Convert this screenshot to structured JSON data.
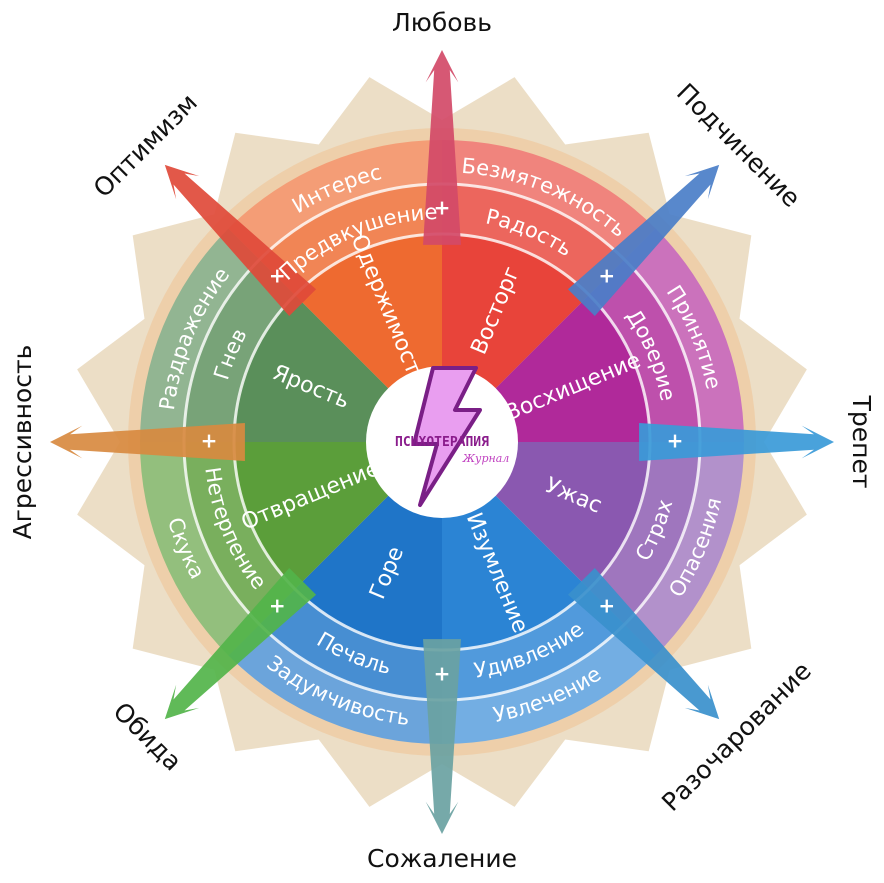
{
  "wheel": {
    "sectors": [
      {
        "primary": "Восторг",
        "middle": "Радость",
        "outer": "Безмятежность",
        "color": "#e8443a"
      },
      {
        "primary": "Восхищение",
        "middle": "Доверие",
        "outer": "Принятие",
        "color": "#b0299a"
      },
      {
        "primary": "Ужас",
        "middle": "Страх",
        "outer": "Опасения",
        "color": "#8a58b0"
      },
      {
        "primary": "Изумление",
        "middle": "Удивление",
        "outer": "Увлечение",
        "color": "#2b84d4"
      },
      {
        "primary": "Горе",
        "middle": "Печаль",
        "outer": "Задумчивость",
        "color": "#1f75c8"
      },
      {
        "primary": "Отвращение",
        "middle": "Нетерпение",
        "outer": "Скука",
        "color": "#5b9e3a"
      },
      {
        "primary": "Ярость",
        "middle": "Гнев",
        "outer": "Раздражение",
        "color": "#5a8f5a"
      },
      {
        "primary": "Одержимость",
        "middle": "Предвкушение",
        "outer": "Интерес",
        "color": "#ee6a30"
      }
    ],
    "dyads": [
      {
        "label": "Любовь",
        "arrow_color": "#d24a68"
      },
      {
        "label": "Подчинение",
        "arrow_color": "#4a7ec8"
      },
      {
        "label": "Трепет",
        "arrow_color": "#3a9ad8"
      },
      {
        "label": "Разочарование",
        "arrow_color": "#3a90cc"
      },
      {
        "label": "Сожаление",
        "arrow_color": "#6aa2a2"
      },
      {
        "label": "Обида",
        "arrow_color": "#52b44a"
      },
      {
        "label": "Агрессивность",
        "arrow_color": "#d88a40"
      },
      {
        "label": "Оптимизм",
        "arrow_color": "#e04a3a"
      }
    ],
    "plus_sign": "+"
  },
  "logo": {
    "title": "ПСИХОТЕРАПИЯ",
    "subtitle": "Журнал",
    "icon": "lightning-bolt-icon",
    "color": "#a23aa5"
  },
  "colors": {
    "background_star": "#e9d8bc",
    "ring_line": "#ffffff",
    "outer_glow": "#efc9a0"
  }
}
